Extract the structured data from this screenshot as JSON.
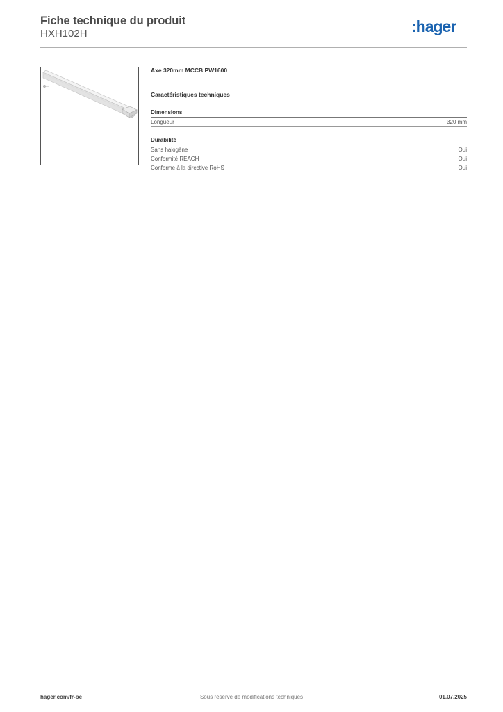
{
  "header": {
    "title": "Fiche technique du produit",
    "reference": "HXH102H",
    "logo_text": ":hager",
    "logo_color": "#1a63b0"
  },
  "product": {
    "name": "Axe 320mm MCCB PW1600",
    "image_alt": "product-photo"
  },
  "specs": {
    "heading": "Caractéristiques techniques",
    "groups": [
      {
        "title": "Dimensions",
        "rows": [
          {
            "label": "Longueur",
            "value": "320 mm"
          }
        ]
      },
      {
        "title": "Durabilité",
        "rows": [
          {
            "label": "Sans halogène",
            "value": "Oui"
          },
          {
            "label": "Conformité REACH",
            "value": "Oui"
          },
          {
            "label": "Conforme à la directive RoHS",
            "value": "Oui"
          }
        ]
      }
    ]
  },
  "footer": {
    "website": "hager.com/fr-be",
    "notice": "Sous réserve de modifications techniques",
    "date": "01.07.2025"
  }
}
